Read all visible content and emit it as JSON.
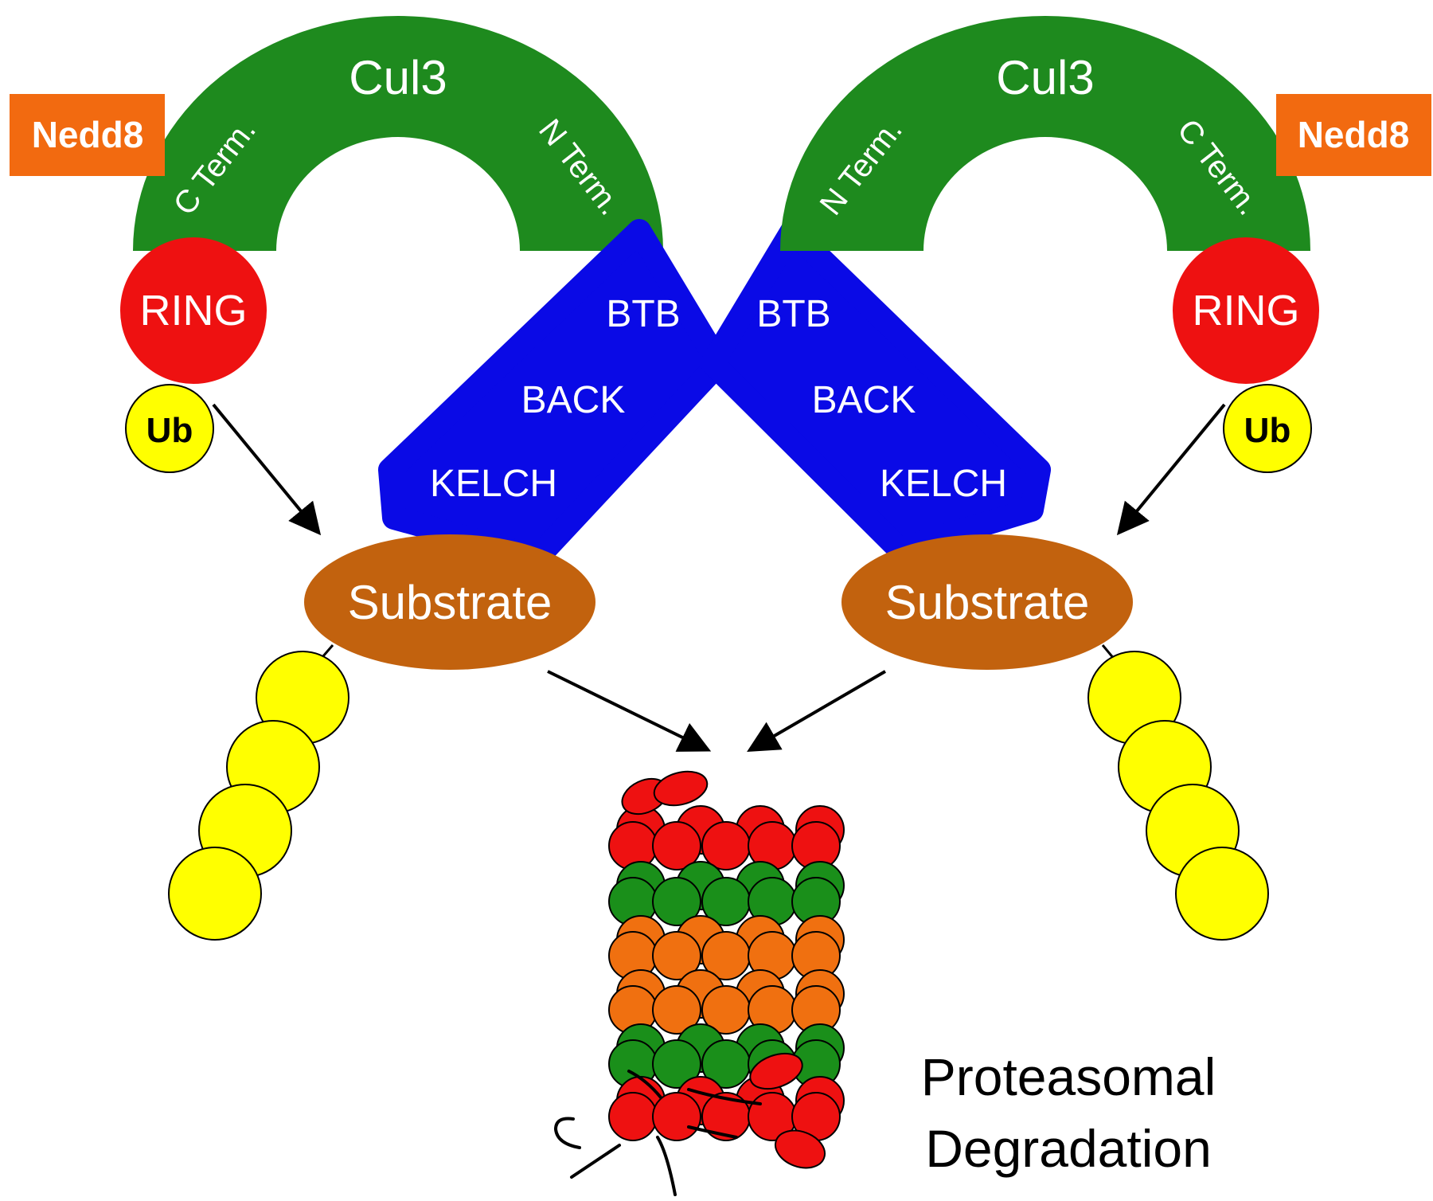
{
  "left_complex": {
    "cullin": "Cul3",
    "c_terminus": "C Term.",
    "n_terminus": "N Term.",
    "nedd8": "Nedd8",
    "ring": "RING",
    "ubiquitin": "Ub",
    "substrate": "Substrate",
    "adaptor_domains": [
      "BTB",
      "BACK",
      "KELCH"
    ]
  },
  "right_complex": {
    "cullin": "Cul3",
    "c_terminus": "C Term.",
    "n_terminus": "N Term.",
    "nedd8": "Nedd8",
    "ring": "RING",
    "ubiquitin": "Ub",
    "substrate": "Substrate",
    "adaptor_domains": [
      "BTB",
      "BACK",
      "KELCH"
    ]
  },
  "outcome": {
    "line1": "Proteasomal",
    "line2": "Degradation"
  },
  "colors": {
    "cullin": "#1e8a1e",
    "nedd8": "#f26a10",
    "ring": "#ee1111",
    "ubiquitin": "#ffff00",
    "adaptor": "#0a0ae6",
    "substrate": "#c2620e",
    "proteasome_red": "#ee1111",
    "proteasome_green": "#1a8f1a",
    "proteasome_orange": "#f07010"
  }
}
